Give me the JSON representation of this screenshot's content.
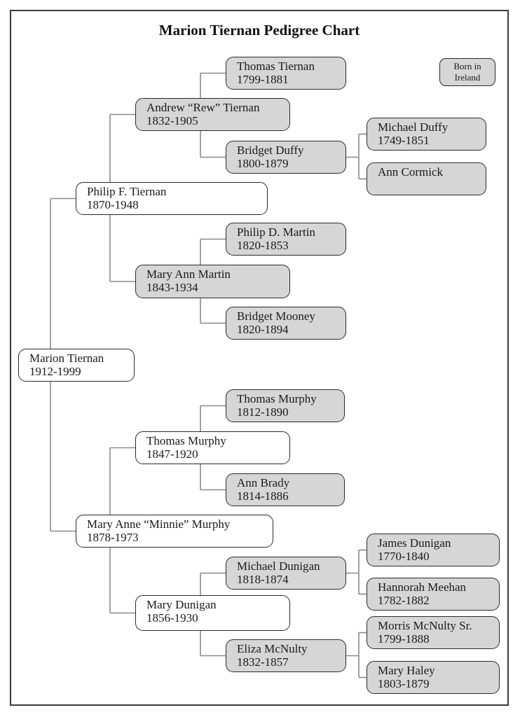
{
  "title": "Marion Tiernan Pedigree Chart",
  "legend": {
    "line1": "Born in",
    "line2": "Ireland",
    "color": "#d6d6d6"
  },
  "people": {
    "marion": {
      "name": "Marion Tiernan",
      "dates": "1912-1999",
      "born_in_ireland": false
    },
    "philip_f": {
      "name": "Philip F. Tiernan",
      "dates": "1870-1948",
      "born_in_ireland": false
    },
    "andrew": {
      "name": "Andrew “Rew” Tiernan",
      "dates": "1832-1905",
      "born_in_ireland": true
    },
    "thomas_t": {
      "name": "Thomas Tiernan",
      "dates": "1799-1881",
      "born_in_ireland": true
    },
    "bridget_duffy": {
      "name": "Bridget Duffy",
      "dates": "1800-1879",
      "born_in_ireland": true
    },
    "michael_duffy": {
      "name": "Michael Duffy",
      "dates": "1749-1851",
      "born_in_ireland": true
    },
    "ann_cormick": {
      "name": "Ann Cormick",
      "dates": "",
      "born_in_ireland": true
    },
    "mary_ann_martin": {
      "name": "Mary Ann Martin",
      "dates": "1843-1934",
      "born_in_ireland": true
    },
    "philip_d": {
      "name": "Philip D. Martin",
      "dates": "1820-1853",
      "born_in_ireland": true
    },
    "bridget_mooney": {
      "name": "Bridget Mooney",
      "dates": "1820-1894",
      "born_in_ireland": true
    },
    "mary_anne_minnie": {
      "name": "Mary Anne “Minnie” Murphy",
      "dates": "1878-1973",
      "born_in_ireland": false
    },
    "thomas_m": {
      "name": "Thomas Murphy",
      "dates": "1847-1920",
      "born_in_ireland": false
    },
    "thomas_m_sr": {
      "name": "Thomas Murphy",
      "dates": "1812-1890",
      "born_in_ireland": true
    },
    "ann_brady": {
      "name": "Ann Brady",
      "dates": "1814-1886",
      "born_in_ireland": true
    },
    "mary_dunigan": {
      "name": "Mary Dunigan",
      "dates": "1856-1930",
      "born_in_ireland": false
    },
    "michael_dunigan": {
      "name": "Michael Dunigan",
      "dates": "1818-1874",
      "born_in_ireland": true
    },
    "james_dunigan": {
      "name": "James Dunigan",
      "dates": "1770-1840",
      "born_in_ireland": true
    },
    "hannorah": {
      "name": "Hannorah Meehan",
      "dates": "1782-1882",
      "born_in_ireland": true
    },
    "eliza": {
      "name": "Eliza McNulty",
      "dates": "1832-1857",
      "born_in_ireland": true
    },
    "morris": {
      "name": "Morris McNulty Sr.",
      "dates": "1799-1888",
      "born_in_ireland": true
    },
    "mary_haley": {
      "name": "Mary Haley",
      "dates": "1803-1879",
      "born_in_ireland": true
    }
  },
  "tree": [
    {
      "child": "marion",
      "father": "philip_f",
      "mother": "mary_anne_minnie"
    },
    {
      "child": "philip_f",
      "father": "andrew",
      "mother": "mary_ann_martin"
    },
    {
      "child": "andrew",
      "father": "thomas_t",
      "mother": "bridget_duffy"
    },
    {
      "child": "bridget_duffy",
      "father": "michael_duffy",
      "mother": "ann_cormick"
    },
    {
      "child": "mary_ann_martin",
      "father": "philip_d",
      "mother": "bridget_mooney"
    },
    {
      "child": "mary_anne_minnie",
      "father": "thomas_m",
      "mother": "mary_dunigan"
    },
    {
      "child": "thomas_m",
      "father": "thomas_m_sr",
      "mother": "ann_brady"
    },
    {
      "child": "mary_dunigan",
      "father": "michael_dunigan",
      "mother": "eliza"
    },
    {
      "child": "michael_dunigan",
      "father": "james_dunigan",
      "mother": "hannorah"
    },
    {
      "child": "eliza",
      "father": "morris",
      "mother": "mary_haley"
    }
  ],
  "colors": {
    "irish_fill": "#d6d6d6",
    "other_fill": "#ffffff",
    "line": "#8a8a8a"
  }
}
